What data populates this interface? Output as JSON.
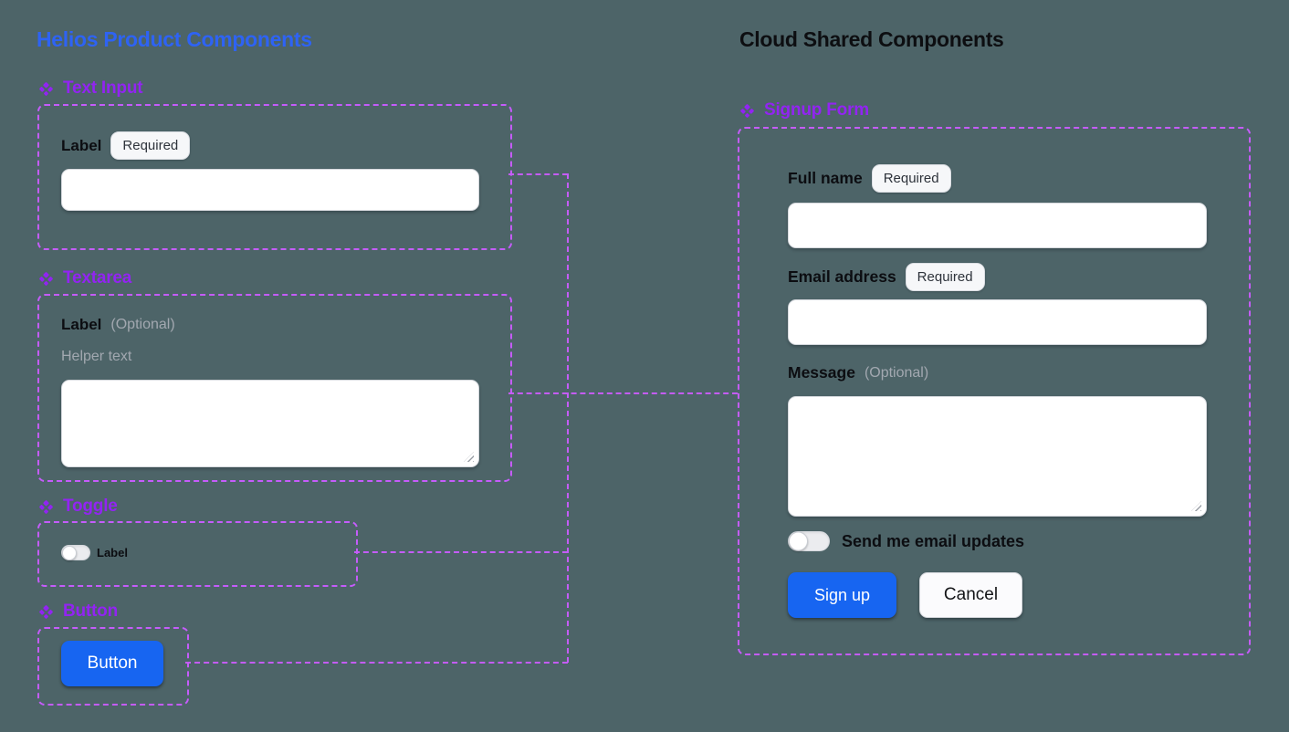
{
  "page": {
    "left_title": "Helios Product Components",
    "right_title": "Cloud Shared Components"
  },
  "components": {
    "text_input": {
      "heading": "Text Input",
      "label": "Label",
      "badge": "Required",
      "value": ""
    },
    "textarea": {
      "heading": "Textarea",
      "label": "Label",
      "optional": "(Optional)",
      "helper": "Helper text",
      "value": ""
    },
    "toggle": {
      "heading": "Toggle",
      "label": "Label",
      "state": "off"
    },
    "button": {
      "heading": "Button",
      "text": "Button"
    }
  },
  "signup_form": {
    "heading": "Signup Form",
    "full_name": {
      "label": "Full name",
      "badge": "Required",
      "value": ""
    },
    "email": {
      "label": "Email address",
      "badge": "Required",
      "value": ""
    },
    "message": {
      "label": "Message",
      "optional": "(Optional)",
      "value": ""
    },
    "updates_toggle": {
      "label": "Send me email updates",
      "state": "off"
    },
    "signup_button": "Sign up",
    "cancel_button": "Cancel"
  },
  "colors": {
    "background": "#4D6468",
    "frame_dash": "#C55CFB",
    "component_purple": "#9224F2",
    "brand_blue_title": "#2E63F4",
    "primary_button_blue": "#1765F1"
  }
}
